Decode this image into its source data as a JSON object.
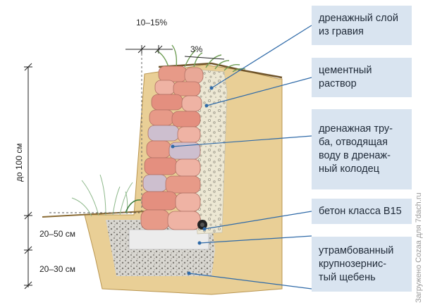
{
  "callouts": [
    {
      "id": "gravel",
      "text": "дренажный слой из гравия"
    },
    {
      "id": "mortar",
      "text": "цементный раствор"
    },
    {
      "id": "pipe",
      "text": "дренажная труба, отводящая воду в дренажный колодец"
    },
    {
      "id": "concrete",
      "text": "бетон класса В15"
    },
    {
      "id": "crushed",
      "text": "утрамбованный крупнозернистый щебень"
    }
  ],
  "callout_lines": [
    [
      "дренажный слой",
      "из гравия"
    ],
    [
      "цементный",
      "раствор"
    ],
    [
      "дренажная тру-",
      "ба, отводящая",
      "воду в дренаж-",
      "ный колодец"
    ],
    [
      "бетон класса В15"
    ],
    [
      "утрамбованный",
      "крупнозернис-",
      "тый щебень"
    ]
  ],
  "dimensions": {
    "top_width": "10–15%",
    "slope": "3%",
    "wall_height": "до 100 см",
    "foundation_depth": "20–50 см",
    "base_layer": "20–30 см"
  },
  "watermark": "Загружено Cozaa для 7dach.ru",
  "colors": {
    "label_bg": "#d9e4f0",
    "leader": "#2f6aa8",
    "soil": "#e9cf96",
    "brick": "#e79a88",
    "stone_grey": "#cdbfcf",
    "gravel": "#ece7d3",
    "concrete": "#ececec",
    "grass": "#7fae63"
  }
}
